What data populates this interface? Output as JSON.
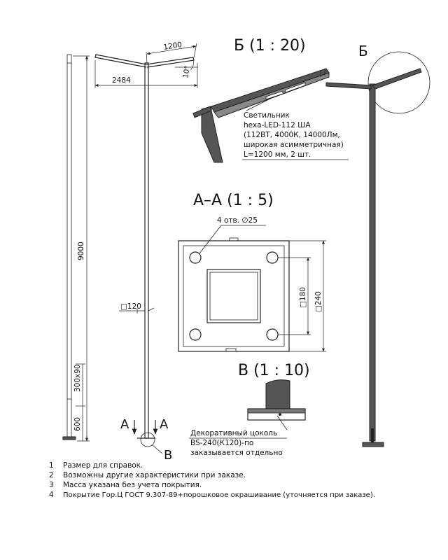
{
  "dimensions": {
    "arm_length": "1200",
    "span": "2484",
    "tilt_angle": "10°",
    "height": "9000",
    "mid_section": "300х90",
    "base_height": "600",
    "pole_section": "□120",
    "hole_spec": "4 отв. ∅25",
    "inner_square": "□180",
    "outer_square": "□240"
  },
  "views": {
    "view_b_title": "Б (1 : 20)",
    "view_b_marker": "Б",
    "section_aa_title": "А–А (1 : 5)",
    "view_v_title": "В (1 : 10)",
    "view_v_marker": "В",
    "section_cut_left": "А",
    "section_cut_right": "А"
  },
  "callouts": {
    "luminaire": [
      "Светильник",
      "hexa-LED-112 ША",
      "(112ВТ, 4000К, 14000Лм,",
      "широкая асимметричная)",
      "L=1200 мм, 2 шт."
    ],
    "plinth": [
      "Декоративный цоколь",
      "BS-240(К120)-по",
      "заказывается отдельно"
    ]
  },
  "notes": [
    {
      "num": "1",
      "text": "Размер для справок."
    },
    {
      "num": "2",
      "text": "Возможны другие характеристики при заказе."
    },
    {
      "num": "3",
      "text": "Масса указана без учета покрытия."
    },
    {
      "num": "4",
      "text": "Покрытие Гор.Ц ГОСТ 9.307-89+порошковое окрашивание (уточняется при заказе)."
    }
  ]
}
